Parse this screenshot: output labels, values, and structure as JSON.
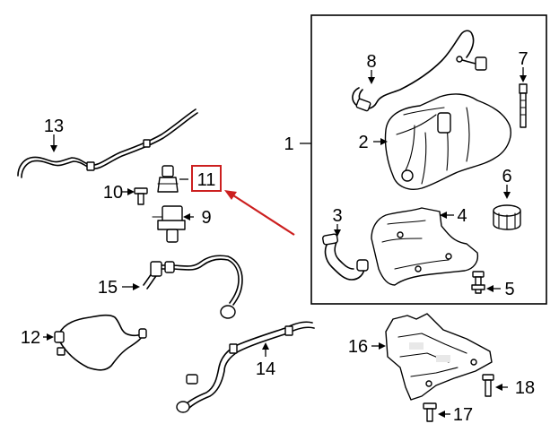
{
  "diagram": {
    "callouts": [
      "1",
      "2",
      "3",
      "4",
      "5",
      "6",
      "7",
      "8",
      "9",
      "10",
      "11",
      "12",
      "13",
      "14",
      "15",
      "16",
      "17",
      "18"
    ],
    "highlight": {
      "callout": "11",
      "color": "#cc1f1f"
    },
    "colors": {
      "line": "#000000",
      "background": "#ffffff",
      "highlight": "#cc1f1f"
    }
  }
}
